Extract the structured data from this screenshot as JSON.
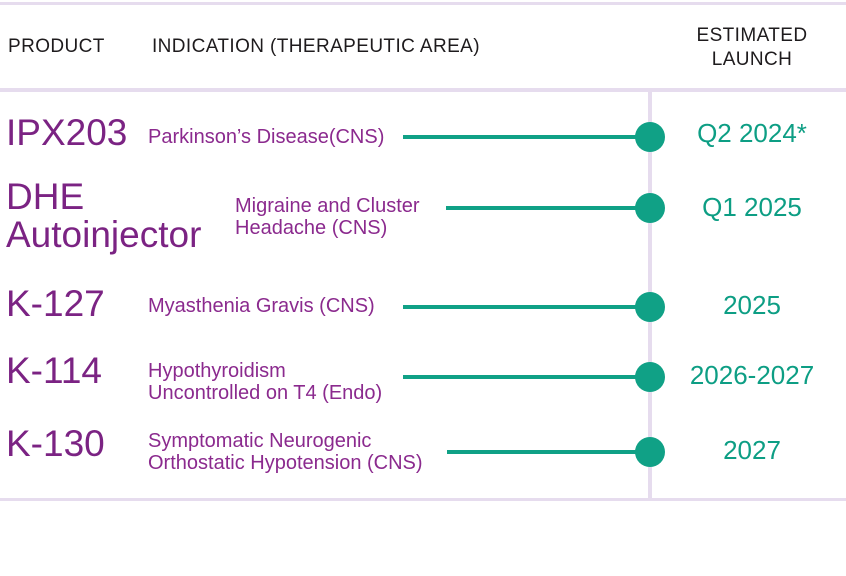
{
  "header": {
    "product_label": "PRODUCT",
    "indication_label": "INDICATION (THERAPEUTIC AREA)",
    "launch_label": "ESTIMATED LAUNCH"
  },
  "rows": [
    {
      "product": "IPX203",
      "indication": [
        "Parkinson’s Disease(CNS)"
      ],
      "launch": "Q2 2024*"
    },
    {
      "product": "DHE Autoinjector",
      "indication": [
        "Migraine and Cluster",
        "Headache (CNS)"
      ],
      "launch": "Q1 2025"
    },
    {
      "product": "K-127",
      "indication": [
        "Myasthenia Gravis (CNS)"
      ],
      "launch": "2025"
    },
    {
      "product": "K-114",
      "indication": [
        "Hypothyroidism",
        "Uncontrolled on T4 (Endo)"
      ],
      "launch": "2026-2027"
    },
    {
      "product": "K-130",
      "indication": [
        "Symptomatic Neurogenic",
        "Orthostatic Hypotension (CNS)"
      ],
      "launch": "2027"
    }
  ],
  "colors": {
    "product_purple": "#7b2383",
    "indication_purple": "#8b2a8e",
    "timeline_teal": "#10a186",
    "date_teal": "#0d9e84",
    "divider_lavender": "#e6dcee",
    "header_text": "#1e1b1d"
  },
  "chart_data": {
    "type": "table",
    "title": "Product pipeline with estimated launch timeline",
    "columns": [
      "PRODUCT",
      "INDICATION (THERAPEUTIC AREA)",
      "ESTIMATED LAUNCH"
    ],
    "rows": [
      [
        "IPX203",
        "Parkinson’s Disease(CNS)",
        "Q2 2024*"
      ],
      [
        "DHE Autoinjector",
        "Migraine and Cluster Headache (CNS)",
        "Q1 2025"
      ],
      [
        "K-127",
        "Myasthenia Gravis (CNS)",
        "2025"
      ],
      [
        "K-114",
        "Hypothyroidism Uncontrolled on T4 (Endo)",
        "2026-2027"
      ],
      [
        "K-130",
        "Symptomatic Neurogenic Orthostatic Hypotension (CNS)",
        "2027"
      ]
    ],
    "layout": "timeline dots on a vertical divider between indication and launch columns"
  }
}
